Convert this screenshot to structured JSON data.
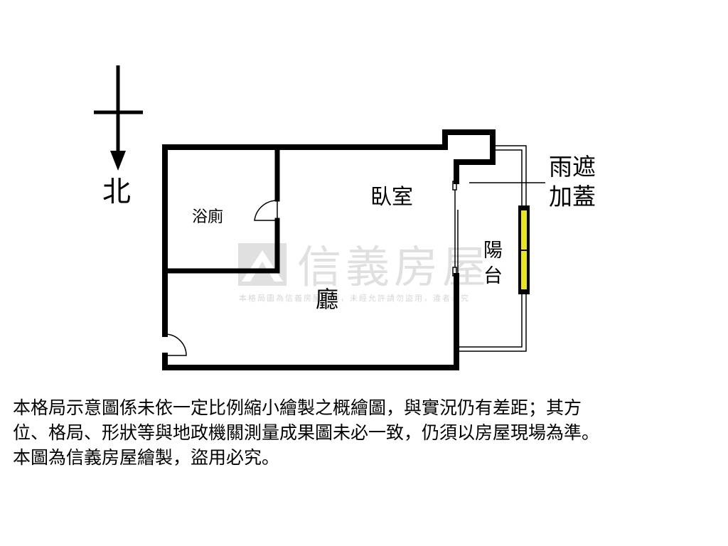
{
  "compass": {
    "label": "北"
  },
  "rooms": {
    "bathroom": "浴廁",
    "bedroom": "臥室",
    "living_room": "廳",
    "balcony_line1": "陽",
    "balcony_line2": "台"
  },
  "canopy": {
    "line1": "雨遮",
    "line2": "加蓋"
  },
  "watermark": {
    "brand": "信義房屋",
    "notice": "本格局圖為信義房屋繪製，未經允許請勿盜用，違者必究"
  },
  "disclaimer": {
    "lines": [
      "本格局示意圖係未依一定比例縮小繪製之概繪圖，與實況仍有差距；其方",
      "位、格局、形狀等與地政機關測量成果圖未必一致，仍須以房屋現場為準。",
      "本圖為信義房屋繪製，盜用必究。"
    ]
  },
  "colors": {
    "wall": "#000000",
    "canopy_fill": "#e8e619",
    "watermark": "#cfcfcf"
  }
}
